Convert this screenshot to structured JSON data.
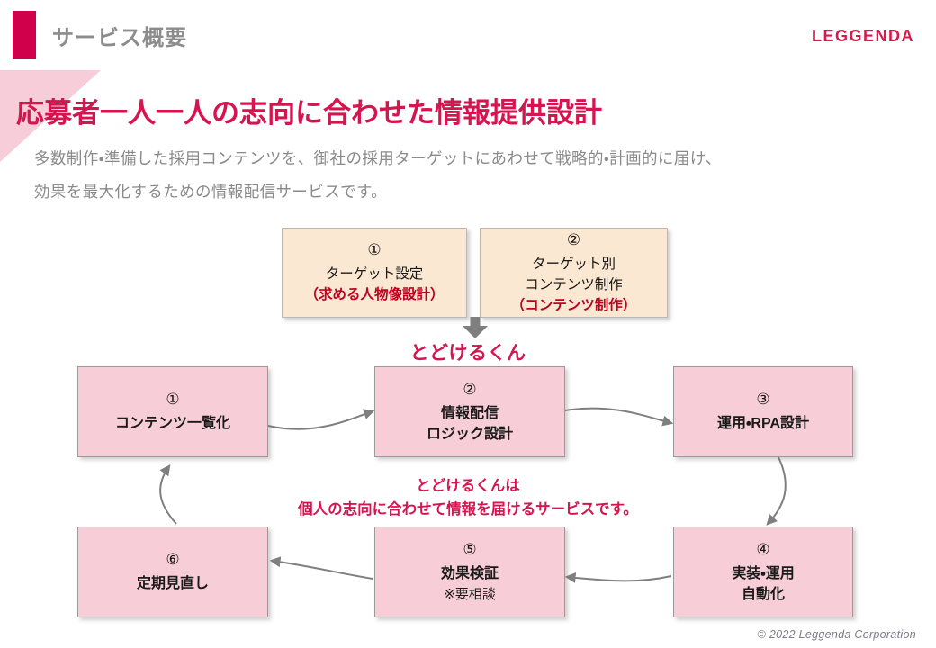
{
  "header": {
    "section_label": "サービス概要",
    "brand": "LEGGENDA",
    "accent_color": "#d0004b"
  },
  "hero": {
    "headline": "応募者一人一人の志向に合わせた情報提供設計",
    "headline_color": "#d6144f",
    "wedge_color": "#f6cdd8",
    "lead_line1": "多数制作・準備した採用コンテンツを、御社の採用ターゲットにあわせて戦略的・計画的に届け、",
    "lead_line2": "効果を最大化するための情報配信サービスです。"
  },
  "diagram": {
    "input_boxes": [
      {
        "number": "①",
        "lines": [
          {
            "text": "ターゲット設定",
            "emphasis": false
          },
          {
            "text": "（求める人物像設計）",
            "emphasis": true
          }
        ]
      },
      {
        "number": "②",
        "lines": [
          {
            "text": "ターゲット別",
            "emphasis": false
          },
          {
            "text": "コンテンツ制作",
            "emphasis": false
          },
          {
            "text": "（コンテンツ制作）",
            "emphasis": true
          }
        ]
      }
    ],
    "service_name": "とどけるくん",
    "center_caption_line1": "とどけるくんは",
    "center_caption_line2": "個人の志向に合わせて情報を届けるサービスです。",
    "cycle_boxes": [
      {
        "number": "①",
        "lines": [
          {
            "text": "コンテンツ一覧化",
            "sub": false
          }
        ]
      },
      {
        "number": "②",
        "lines": [
          {
            "text": "情報配信",
            "sub": false
          },
          {
            "text": "ロジック設計",
            "sub": false
          }
        ]
      },
      {
        "number": "③",
        "lines": [
          {
            "text": "運用・RPA設計",
            "sub": false
          }
        ]
      },
      {
        "number": "④",
        "lines": [
          {
            "text": "実装・運用",
            "sub": false
          },
          {
            "text": "自動化",
            "sub": false
          }
        ]
      },
      {
        "number": "⑤",
        "lines": [
          {
            "text": "効果検証",
            "sub": false
          },
          {
            "text": "※要相談",
            "sub": true
          }
        ]
      },
      {
        "number": "⑥",
        "lines": [
          {
            "text": "定期見直し",
            "sub": false
          }
        ]
      }
    ],
    "box_colors": {
      "cream": "#fbe8d3",
      "pink": "#f7cdd7",
      "arrow": "#7f7f7f"
    }
  },
  "footer": {
    "copyright": "© 2022 Leggenda Corporation"
  }
}
